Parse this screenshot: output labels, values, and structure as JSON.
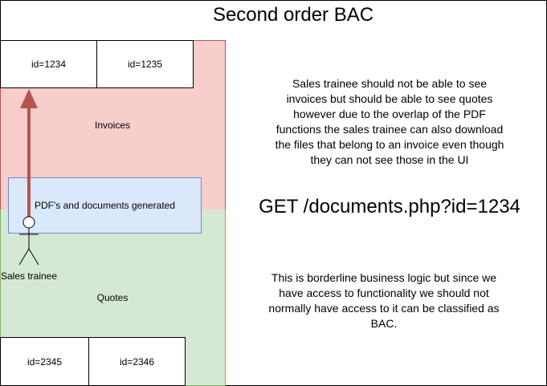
{
  "diagram": {
    "title": "Second order BAC",
    "zones": {
      "invoices_label": "Invoices",
      "quotes_label": "Quotes"
    },
    "invoice_ids": [
      "id=1234",
      "id=1235"
    ],
    "quote_ids": [
      "id=2345",
      "id=2346"
    ],
    "documents_box": "PDF's and documents generated",
    "actor_label": "Sales trainee",
    "note_top": "Sales trainee should not be able to see invoices but should be able to see quotes however due to the overlap of the PDF functions the sales trainee can also download the files that belong to an invoice even though they can not see those in the UI",
    "request_text": "GET /documents.php?id=1234",
    "note_bottom": "This is borderline business logic but since we have access to functionality we should not normally have access to it can be classified as BAC.",
    "colors": {
      "invoices_fill": "#f8cecc",
      "quotes_fill": "#d5e8d4",
      "documents_fill": "#dae8fc",
      "arrow": "#b85450"
    }
  }
}
